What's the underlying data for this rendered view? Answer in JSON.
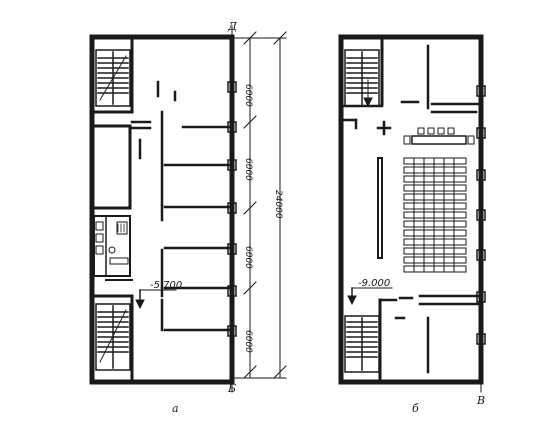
{
  "plans": {
    "left": {
      "caption": "а",
      "axis_top": "Д",
      "axis_bottom": "Б",
      "elevation": "-5.700",
      "dimensions": [
        "6000",
        "6000",
        "6000",
        "6000"
      ],
      "total_length": "24000"
    },
    "right": {
      "caption": "б",
      "axis_bottom": "В",
      "elevation": "-9.000"
    }
  },
  "colors": {
    "ink": "#1a1a1a",
    "paper": "#ffffff"
  },
  "features": {
    "left_plan": [
      "staircase-top",
      "staircase-bottom",
      "sanitary-block",
      "corridor-partitions"
    ],
    "right_plan": [
      "staircase-top",
      "staircase-bottom",
      "lecture-hall-seating",
      "presidium-table",
      "lectern"
    ]
  }
}
